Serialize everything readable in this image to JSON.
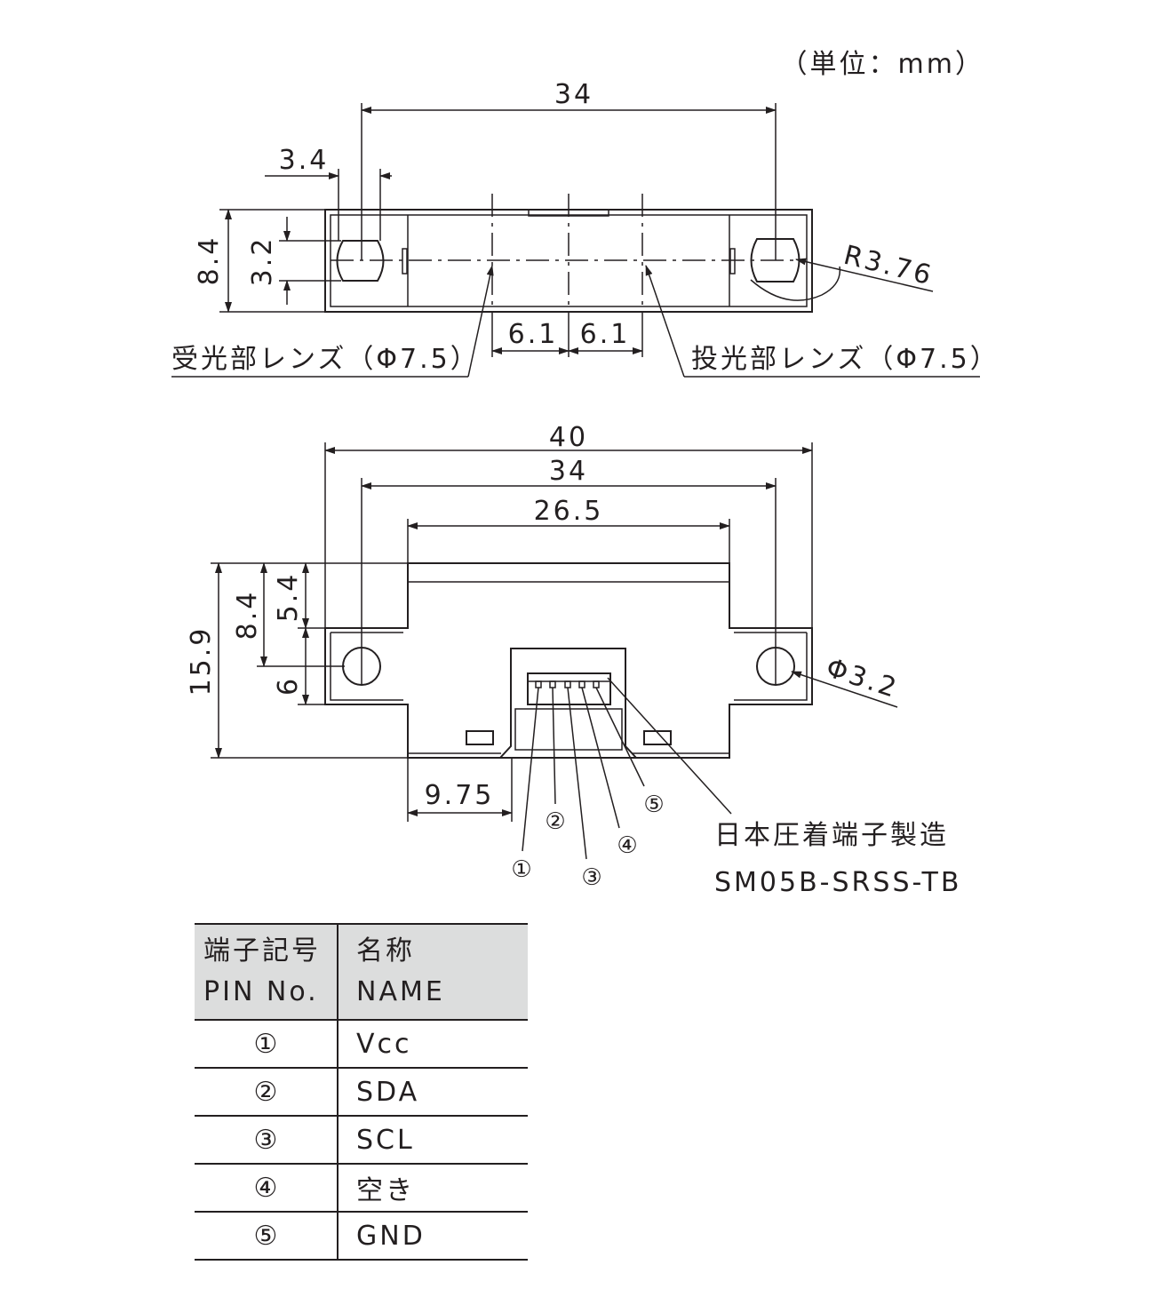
{
  "unit_label": "（単位：mm）",
  "top_view": {
    "dim_width": "34",
    "dim_lens_width": "3.4",
    "dim_height": "8.4",
    "dim_lens_height": "3.2",
    "dim_radius": "R3.76",
    "dim_offset_left": "6.1",
    "dim_offset_right": "6.1",
    "receiver_label": "受光部レンズ（Φ7.5）",
    "emitter_label": "投光部レンズ（Φ7.5）"
  },
  "front_view": {
    "dim_total_width": "40",
    "dim_hole_pitch": "34",
    "dim_center_width": "26.5",
    "dim_total_height": "15.9",
    "dim_hole_height": "8.4",
    "dim_tab_height": "5.4",
    "dim_hole_offset": "6",
    "dim_hole_diameter": "Φ3.2",
    "dim_connector_offset": "9.75",
    "pin_markers": [
      "①",
      "②",
      "③",
      "④",
      "⑤"
    ],
    "connector_maker": "日本圧着端子製造",
    "connector_part": "SM05B-SRSS-TB"
  },
  "pin_table": {
    "header_pin_jp": "端子記号",
    "header_pin_en": "PIN No.",
    "header_name_jp": "名称",
    "header_name_en": "NAME",
    "rows": [
      {
        "pin": "①",
        "name": "Vcc"
      },
      {
        "pin": "②",
        "name": "SDA"
      },
      {
        "pin": "③",
        "name": "SCL"
      },
      {
        "pin": "④",
        "name": "空き"
      },
      {
        "pin": "⑤",
        "name": "GND"
      }
    ]
  }
}
